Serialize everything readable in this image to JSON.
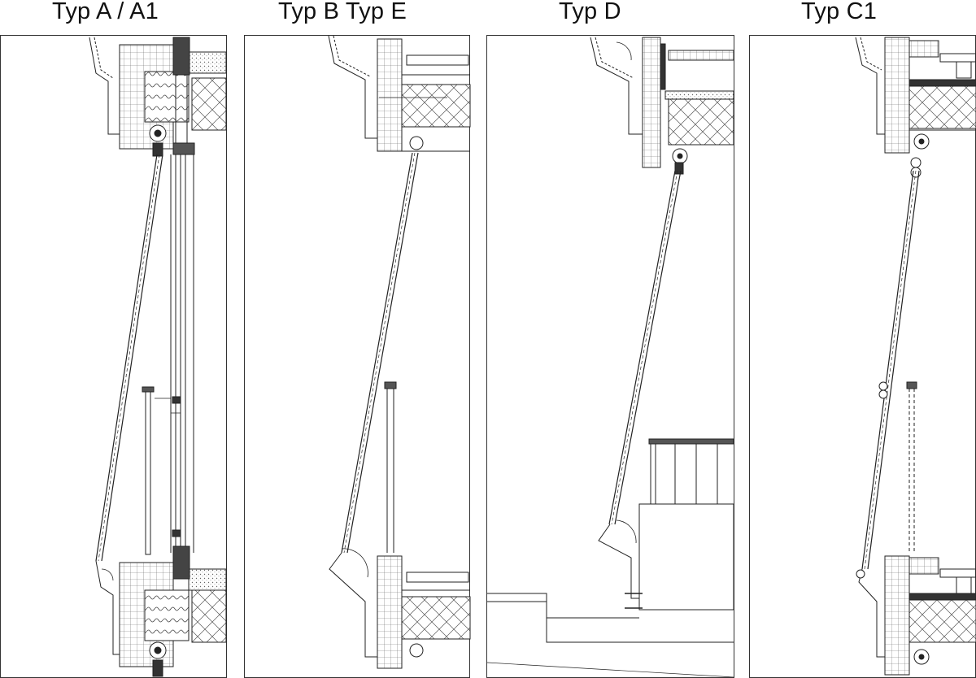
{
  "figure": {
    "panels": [
      {
        "id": "a",
        "title": "Typ A / A1"
      },
      {
        "id": "b",
        "title": "Typ B  Typ E"
      },
      {
        "id": "d",
        "title": "Typ D"
      },
      {
        "id": "c",
        "title": "Typ C1"
      }
    ]
  },
  "colors": {
    "line": "#222222",
    "background": "#ffffff",
    "hatch": "#555555"
  }
}
